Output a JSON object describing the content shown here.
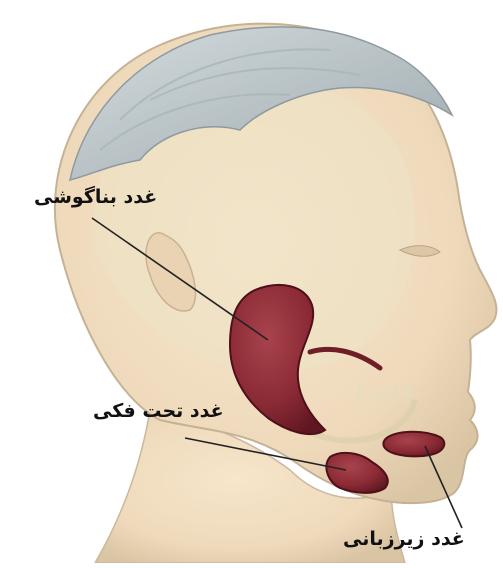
{
  "labels": {
    "parotid": "غدد بناگوشی",
    "submandibular": "غدد تحت فکی",
    "sublingual": "غدد زیرزبانی"
  },
  "colors": {
    "gland_fill": "#8a2a35",
    "gland_dark": "#5e1620",
    "skin": "#f1dcc0",
    "skin_edge": "#c9b79c",
    "skull": "#e9e2c4",
    "hair": "#b9c4c6",
    "leader_line": "#222222",
    "label_text": "#111111"
  }
}
